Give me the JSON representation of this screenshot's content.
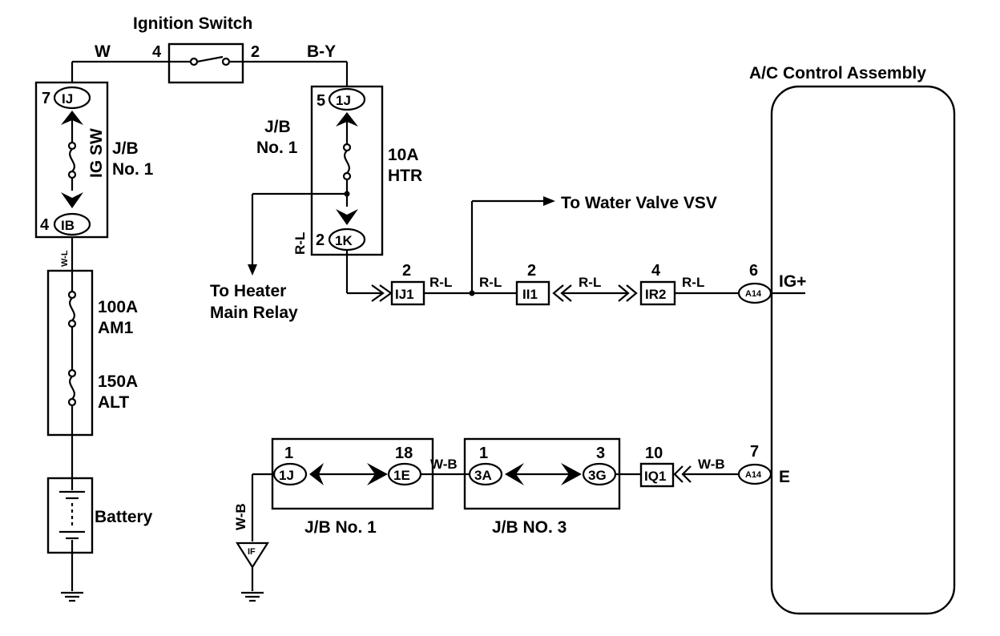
{
  "components": {
    "ignition_switch": "Ignition Switch",
    "ac_control": "A/C Control Assembly",
    "jb1_left_line1": "J/B",
    "jb1_left_line2": "No. 1",
    "ig_sw": "IG SW",
    "jb1_mid_line1": "J/B",
    "jb1_mid_line2": "No. 1",
    "htr_line1": "10A",
    "htr_line2": "HTR",
    "am1_line1": "100A",
    "am1_line2": "AM1",
    "alt_line1": "150A",
    "alt_line2": "ALT",
    "battery": "Battery",
    "jb1_bottom": "J/B No. 1",
    "jb3_bottom": "J/B NO. 3",
    "to_water_valve": "To Water Valve VSV",
    "to_heater_line1": "To Heater",
    "to_heater_line2": "Main Relay"
  },
  "wires": {
    "w": "W",
    "by": "B-Y",
    "wl": "W-L",
    "rl_vertical": "R-L",
    "rl_1": "R-L",
    "rl_2": "R-L",
    "rl_3": "R-L",
    "rl_4": "R-L",
    "wb_1": "W-B",
    "wb_2": "W-B",
    "wb_vertical": "W-B"
  },
  "pins": {
    "sw_4": "4",
    "sw_2": "2",
    "ij_7": "7",
    "ib_4": "4",
    "mid_1j_5": "5",
    "mid_1k_2": "2",
    "ij1_2": "2",
    "ii1_2": "2",
    "ir2_4": "4",
    "a14_6": "6",
    "jb1b_1": "1",
    "jb1b_18": "18",
    "jb3_1": "1",
    "jb3_3": "3",
    "iq1_10": "10",
    "a14_7": "7"
  },
  "connectors": {
    "ij_left": "IJ",
    "ib_left": "IB",
    "one_j_mid": "1J",
    "one_k_mid": "1K",
    "ij1": "IJ1",
    "ii1": "II1",
    "ir2": "IR2",
    "a14_top": "A14",
    "one_j_bottom": "1J",
    "one_e_bottom": "1E",
    "three_a": "3A",
    "three_g": "3G",
    "iq1": "IQ1",
    "a14_bottom": "A14",
    "if_ground": "IF"
  },
  "terminals": {
    "ig_plus": "IG+",
    "e": "E"
  }
}
